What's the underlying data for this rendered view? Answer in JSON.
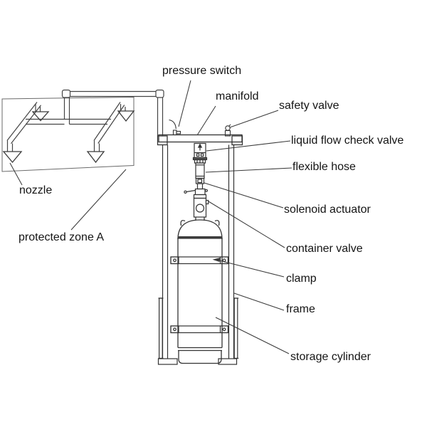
{
  "diagram": {
    "description": "Line drawing of a cylinder-type fire suppression system with piping to a protected zone",
    "labels": {
      "pressure_switch": "pressure switch",
      "manifold": "manifold",
      "safety_valve": "safety valve",
      "liquid_flow_check_valve": "liquid flow check valve",
      "flexible_hose": "flexible hose",
      "solenoid_actuator": "solenoid actuator",
      "container_valve": "container valve",
      "clamp": "clamp",
      "frame": "frame",
      "storage_cylinder": "storage cylinder",
      "nozzle": "nozzle",
      "protected_zone": "protected zone A"
    },
    "colors": {
      "background": "#ffffff",
      "line": "#3a3a3a",
      "text": "#141414"
    }
  }
}
